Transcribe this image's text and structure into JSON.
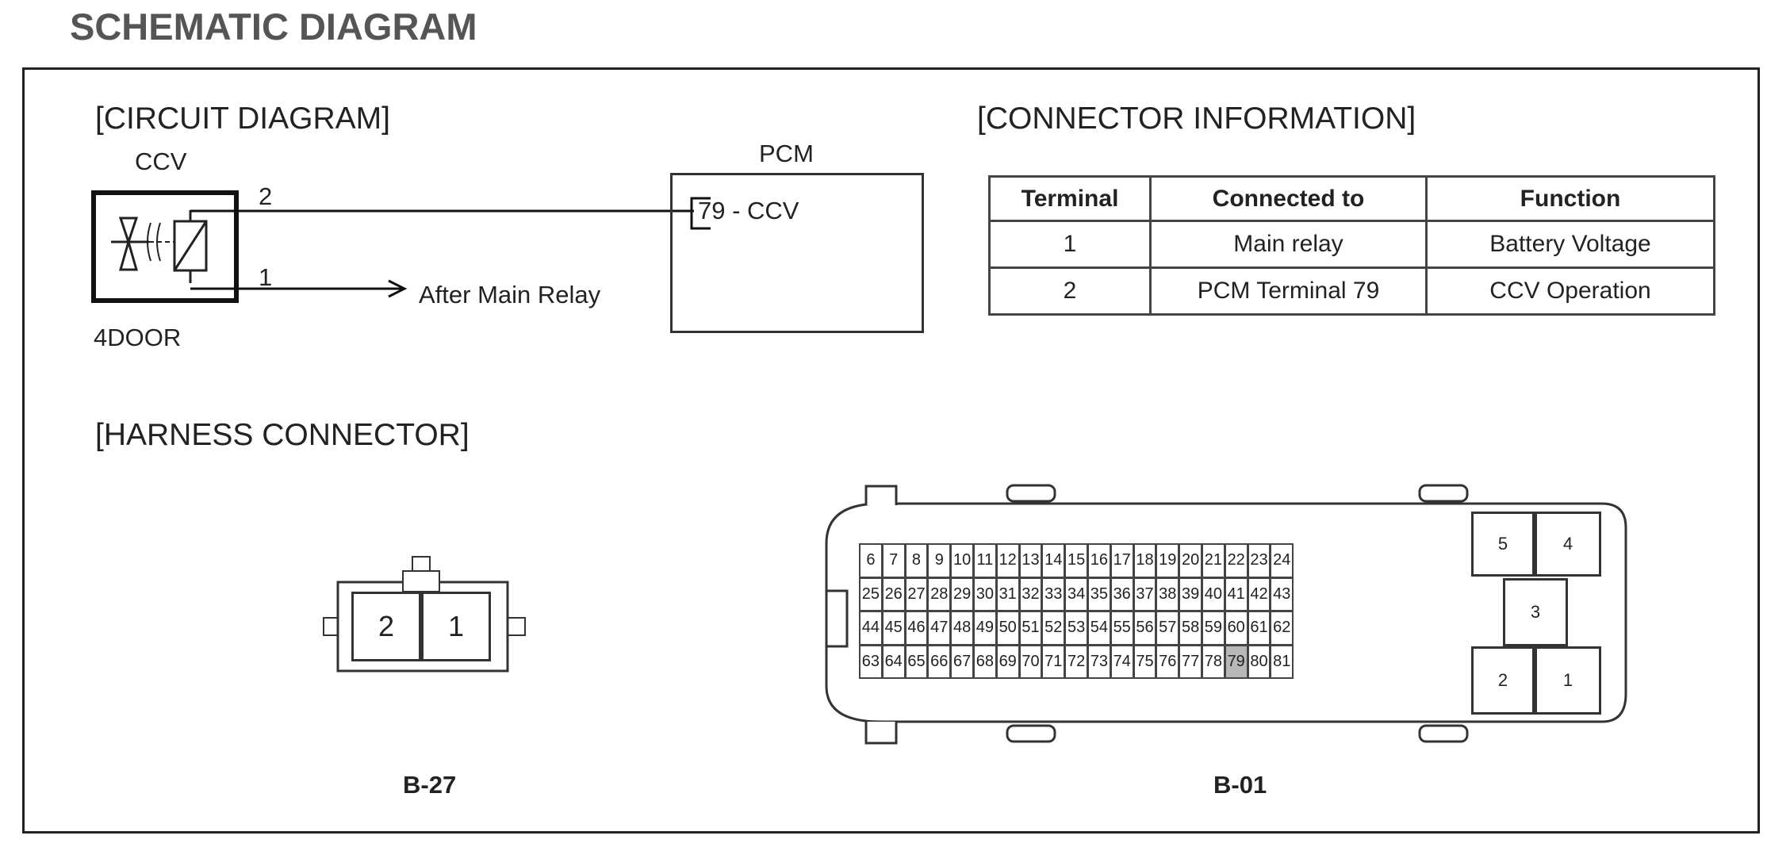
{
  "title": "SCHEMATIC DIAGRAM",
  "circuit": {
    "heading": "[CIRCUIT DIAGRAM]",
    "component_label": "CCV",
    "component_sublabel": "4DOOR",
    "pin2": "2",
    "pin1": "1",
    "wire1_target": "After Main Relay",
    "pcm_label": "PCM",
    "pcm_pin": "79 - CCV"
  },
  "connector_info": {
    "heading": "[CONNECTOR INFORMATION]",
    "columns": [
      "Terminal",
      "Connected to",
      "Function"
    ],
    "rows": [
      [
        "1",
        "Main relay",
        "Battery Voltage"
      ],
      [
        "2",
        "PCM Terminal 79",
        "CCV Operation"
      ]
    ]
  },
  "harness": {
    "heading": "[HARNESS CONNECTOR]",
    "b27": {
      "name": "B-27",
      "pins": [
        "2",
        "1"
      ]
    },
    "b01": {
      "name": "B-01",
      "pin_rows": [
        [
          "6",
          "7",
          "8",
          "9",
          "10",
          "11",
          "12",
          "13",
          "14",
          "15",
          "16",
          "17",
          "18",
          "19",
          "20",
          "21",
          "22",
          "23",
          "24"
        ],
        [
          "25",
          "26",
          "27",
          "28",
          "29",
          "30",
          "31",
          "32",
          "33",
          "34",
          "35",
          "36",
          "37",
          "38",
          "39",
          "40",
          "41",
          "42",
          "43"
        ],
        [
          "44",
          "45",
          "46",
          "47",
          "48",
          "49",
          "50",
          "51",
          "52",
          "53",
          "54",
          "55",
          "56",
          "57",
          "58",
          "59",
          "60",
          "61",
          "62"
        ],
        [
          "63",
          "64",
          "65",
          "66",
          "67",
          "68",
          "69",
          "70",
          "71",
          "72",
          "73",
          "74",
          "75",
          "76",
          "77",
          "78",
          "79",
          "80",
          "81"
        ]
      ],
      "highlight_pin": "79",
      "highlight_color": "#b8b8b8",
      "large_pins": [
        "5",
        "4",
        "3",
        "2",
        "1"
      ]
    }
  }
}
